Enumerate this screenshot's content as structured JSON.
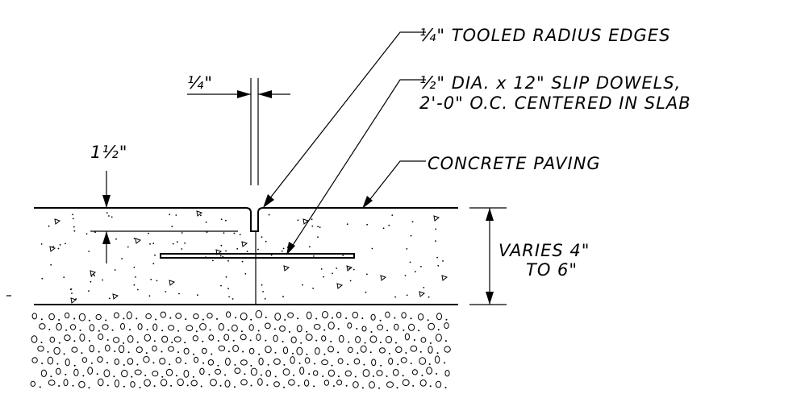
{
  "labels": {
    "quarter_dim": "¼\"",
    "tooled_edges": "¼\" TOOLED RADIUS EDGES",
    "dowels_line1": "½\" DIA. x 12\" SLIP DOWELS,",
    "dowels_line2": "2'-0\" O.C. CENTERED IN SLAB",
    "concrete_paving": "CONCRETE PAVING",
    "depth_dim": "1½\"",
    "varies_line1": "VARIES 4\"",
    "varies_line2": "TO 6\""
  }
}
